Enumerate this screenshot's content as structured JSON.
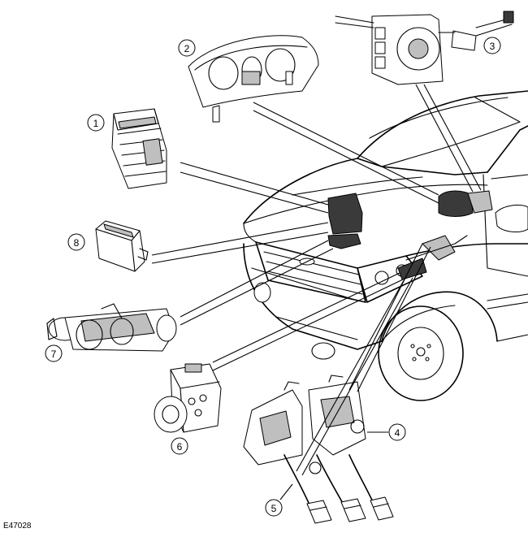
{
  "figure_code": "E47028",
  "callouts": [
    {
      "id": 1,
      "label": "1"
    },
    {
      "id": 2,
      "label": "2"
    },
    {
      "id": 3,
      "label": "3"
    },
    {
      "id": 4,
      "label": "4"
    },
    {
      "id": 5,
      "label": "5"
    },
    {
      "id": 6,
      "label": "6"
    },
    {
      "id": 7,
      "label": "7"
    },
    {
      "id": 8,
      "label": "8"
    }
  ]
}
